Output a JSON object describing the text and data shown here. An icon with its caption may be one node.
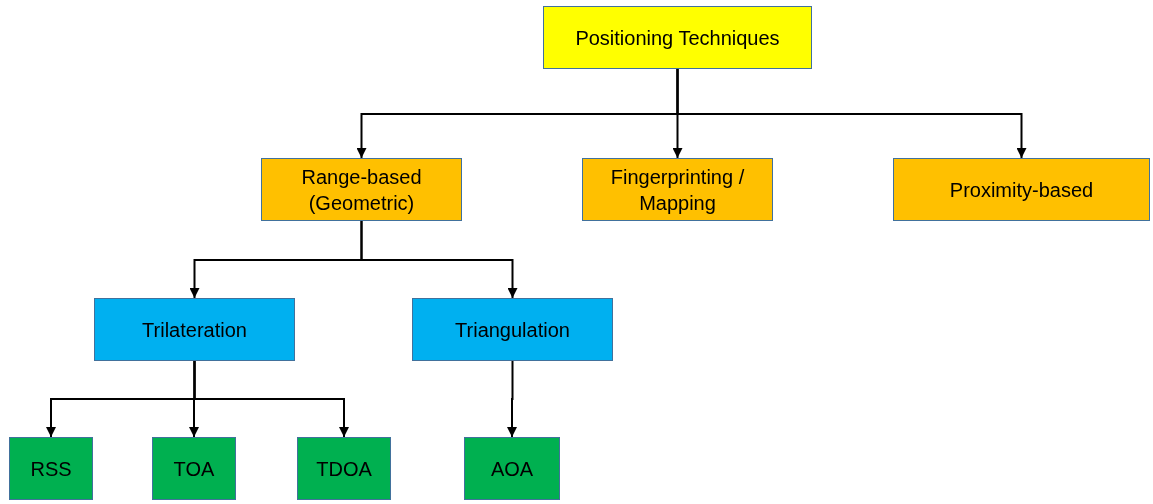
{
  "diagram": {
    "nodes": [
      {
        "text": [
          "Positioning Techniques"
        ]
      },
      {
        "text": [
          "Range-based (Geometric)"
        ]
      },
      {
        "text": [
          "Fingerprinting / Mapping"
        ]
      },
      {
        "text": [
          "Proximity-based"
        ]
      },
      {
        "text": [
          "Trilateration"
        ]
      },
      {
        "text": [
          "Triangulation"
        ]
      },
      {
        "text": [
          "RSS"
        ]
      },
      {
        "text": [
          "TOA"
        ]
      },
      {
        "text": [
          "TDOA"
        ]
      },
      {
        "text": [
          "AOA"
        ]
      }
    ],
    "edges": [
      {
        "from": 0,
        "to": 1,
        "arrow": "to"
      },
      {
        "from": 0,
        "to": 2,
        "arrow": "to"
      },
      {
        "from": 0,
        "to": 3,
        "arrow": "to"
      },
      {
        "from": 1,
        "to": 4,
        "arrow": "to"
      },
      {
        "from": 1,
        "to": 5,
        "arrow": "to"
      },
      {
        "from": 4,
        "to": 6,
        "arrow": "to"
      },
      {
        "from": 4,
        "to": 7,
        "arrow": "to"
      },
      {
        "from": 4,
        "to": 8,
        "arrow": "to"
      },
      {
        "from": 5,
        "to": 9,
        "arrow": "to"
      }
    ]
  }
}
